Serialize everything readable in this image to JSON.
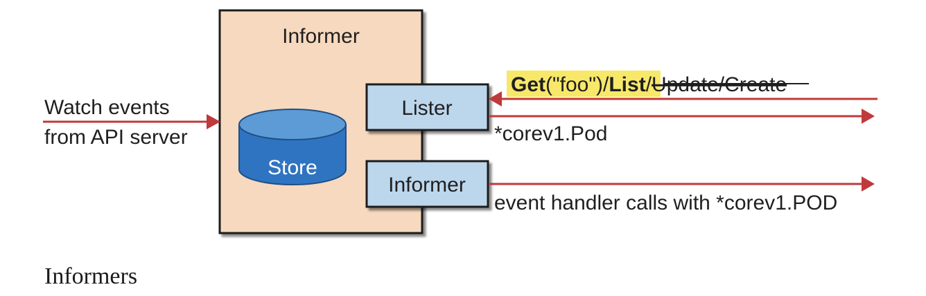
{
  "diagram": {
    "informer_box_title": "Informer",
    "store_label": "Store",
    "lister_label": "Lister",
    "informer_inner_label": "Informer",
    "watch_line1": "Watch events",
    "watch_line2": "from API server",
    "ops": {
      "get": "Get",
      "get_arg": "(\"foo\")",
      "sep1": "/",
      "list": "List",
      "sep2": "/",
      "struck": "Update/Create"
    },
    "lister_return": "*corev1.Pod",
    "event_handler": "event handler calls with *corev1.POD"
  },
  "caption": "Informers",
  "colors": {
    "informer_box_fill": "#f7d9bf",
    "inner_box_fill": "#bcd6ec",
    "store_fill": "#2f74c0",
    "store_top": "#5d9bd6",
    "arrow": "#c0393b",
    "highlight": "#f7e86a"
  }
}
